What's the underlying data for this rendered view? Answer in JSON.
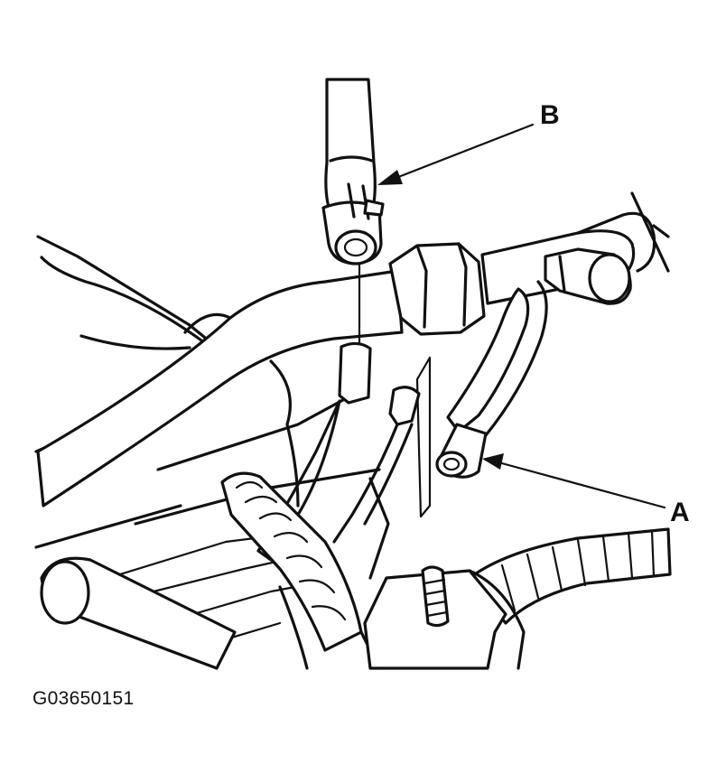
{
  "callouts": {
    "a": {
      "letter": "A"
    },
    "b": {
      "letter": "B"
    }
  },
  "figure_id": "G03650151",
  "colors": {
    "ink": "#111111",
    "background": "#ffffff"
  }
}
